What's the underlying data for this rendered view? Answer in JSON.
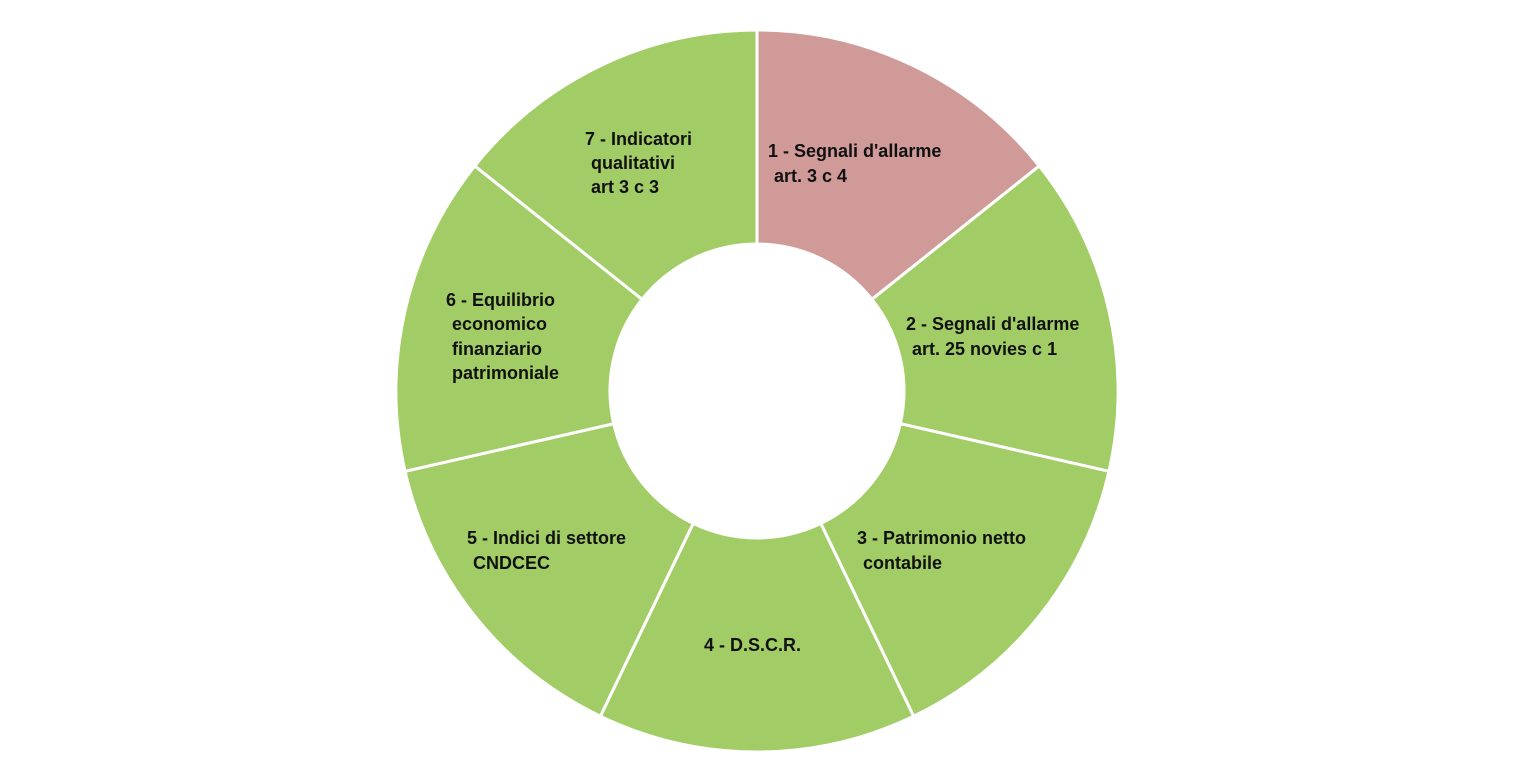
{
  "diagram": {
    "segments": [
      {
        "id": 1,
        "lines": [
          "1 - Segnali d'allarme",
          "art. 3 c 4"
        ],
        "highlighted": true
      },
      {
        "id": 2,
        "lines": [
          "2 - Segnali d'allarme",
          "art. 25 novies c 1"
        ],
        "highlighted": false
      },
      {
        "id": 3,
        "lines": [
          "3 - Patrimonio netto",
          "contabile"
        ],
        "highlighted": false
      },
      {
        "id": 4,
        "lines": [
          "4 - D.S.C.R."
        ],
        "highlighted": false
      },
      {
        "id": 5,
        "lines": [
          "5 - Indici di settore",
          "CNDCEC"
        ],
        "highlighted": false
      },
      {
        "id": 6,
        "lines": [
          "6 - Equilibrio",
          "economico",
          "finanziario",
          "patrimoniale"
        ],
        "highlighted": false
      },
      {
        "id": 7,
        "lines": [
          "7 - Indicatori",
          "qualitativi",
          "art 3 c 3"
        ],
        "highlighted": false
      }
    ],
    "colors": {
      "highlight": "#CF9A98",
      "default": "#A2CD66",
      "separator": "#FFFFFF",
      "text": "#111111"
    }
  }
}
